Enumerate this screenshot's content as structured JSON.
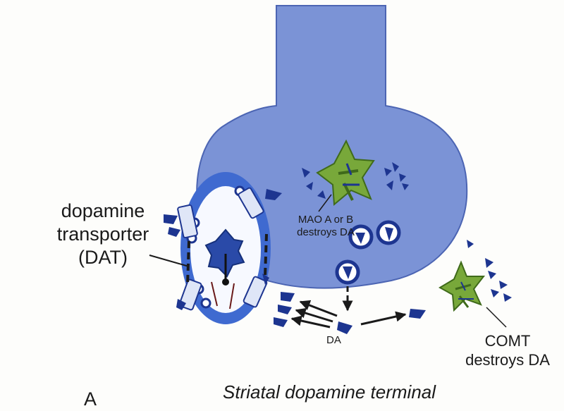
{
  "labels": {
    "dat_line1": "dopamine",
    "dat_line2": "transporter",
    "dat_line3": "(DAT)",
    "mao_line1": "MAO A or B",
    "mao_line2": "destroys DA",
    "comt_line1": "COMT",
    "comt_line2": "destroys DA",
    "da": "DA",
    "panel_letter": "A",
    "caption": "Striatal dopamine terminal"
  },
  "colors": {
    "terminal_fill": "#7b93d6",
    "terminal_stroke": "#4c65b3",
    "dopamine": "#1d3590",
    "enzyme": "#78a83a",
    "enzyme_dark": "#3f6a1a",
    "dat_outer": "#3f6ad0",
    "dat_inner": "#f7f9ff",
    "receptor": "#2a4aa8"
  }
}
